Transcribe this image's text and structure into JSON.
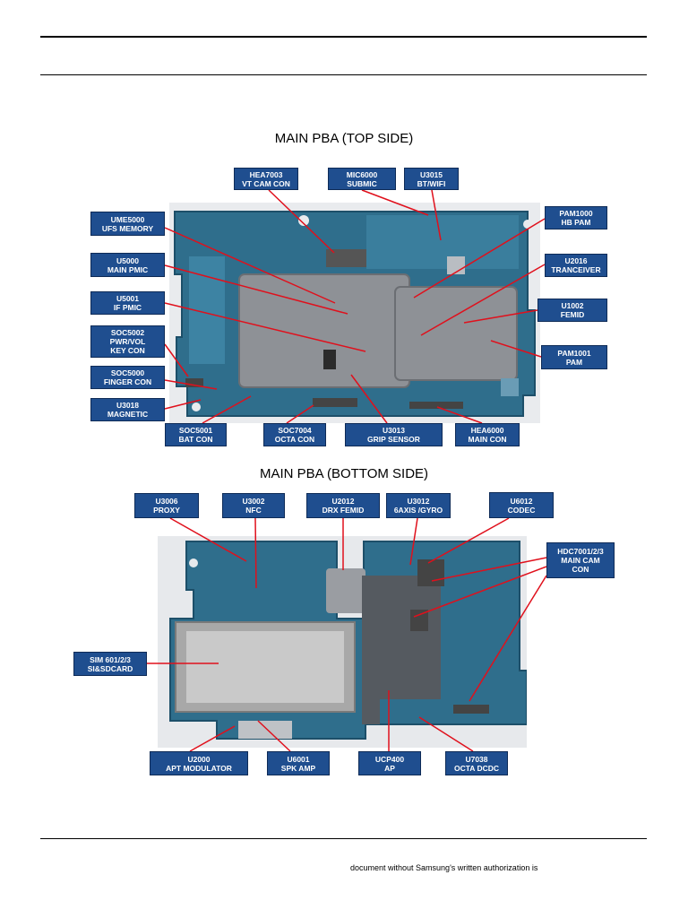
{
  "top_section": {
    "title": "MAIN PBA (TOP SIDE)",
    "labels": [
      {
        "id": "hea7003",
        "l1": "HEA7003",
        "l2": "VT CAM CON"
      },
      {
        "id": "mic6000",
        "l1": "MIC6000",
        "l2": "SUBMIC"
      },
      {
        "id": "u3015",
        "l1": "U3015",
        "l2": "BT/WIFI"
      },
      {
        "id": "ume5000",
        "l1": "UME5000",
        "l2": "UFS MEMORY"
      },
      {
        "id": "pam1000",
        "l1": "PAM1000",
        "l2": "HB PAM"
      },
      {
        "id": "u5000",
        "l1": "U5000",
        "l2": "MAIN PMIC"
      },
      {
        "id": "u2016",
        "l1": "U2016",
        "l2": "TRANCEIVER"
      },
      {
        "id": "u5001",
        "l1": "U5001",
        "l2": "IF PMIC"
      },
      {
        "id": "u1002",
        "l1": "U1002",
        "l2": "FEMID"
      },
      {
        "id": "soc5002",
        "l1": "SOC5002",
        "l2": "PWR/VOL",
        "l3": "KEY CON"
      },
      {
        "id": "pam1001",
        "l1": "PAM1001",
        "l2": "PAM"
      },
      {
        "id": "soc5000",
        "l1": "SOC5000",
        "l2": "FINGER CON"
      },
      {
        "id": "u3018",
        "l1": "U3018",
        "l2": "MAGNETIC"
      },
      {
        "id": "soc5001",
        "l1": "SOC5001",
        "l2": "BAT CON"
      },
      {
        "id": "soc7004",
        "l1": "SOC7004",
        "l2": "OCTA CON"
      },
      {
        "id": "u3013",
        "l1": "U3013",
        "l2": "GRIP SENSOR"
      },
      {
        "id": "hea6000",
        "l1": "HEA6000",
        "l2": "MAIN CON"
      }
    ]
  },
  "bottom_section": {
    "title": "MAIN PBA (BOTTOM SIDE)",
    "labels": [
      {
        "id": "u3006",
        "l1": "U3006",
        "l2": "PROXY"
      },
      {
        "id": "u3002",
        "l1": "U3002",
        "l2": "NFC"
      },
      {
        "id": "u2012",
        "l1": "U2012",
        "l2": "DRX FEMID"
      },
      {
        "id": "u3012",
        "l1": "U3012",
        "l2": "6AXIS /GYRO"
      },
      {
        "id": "u6012",
        "l1": "U6012",
        "l2": "CODEC"
      },
      {
        "id": "hdc7001",
        "l1": "HDC7001/2/3",
        "l2": "MAIN CAM",
        "l3": "CON"
      },
      {
        "id": "sim601",
        "l1": "SIM 601/2/3",
        "l2": "SI&SDCARD"
      },
      {
        "id": "u2000",
        "l1": "U2000",
        "l2": "APT MODULATOR"
      },
      {
        "id": "u6001",
        "l1": "U6001",
        "l2": "SPK AMP"
      },
      {
        "id": "ucp400",
        "l1": "UCP400",
        "l2": "AP"
      },
      {
        "id": "u7038",
        "l1": "U7038",
        "l2": "OCTA DCDC"
      }
    ]
  },
  "footer": {
    "text": "document without Samsung's written authorization is"
  },
  "colors": {
    "label_bg": "#1f4e8f",
    "leader": "#e0101c",
    "pcb": "#2f6e8c",
    "shield": "#8e9196"
  }
}
